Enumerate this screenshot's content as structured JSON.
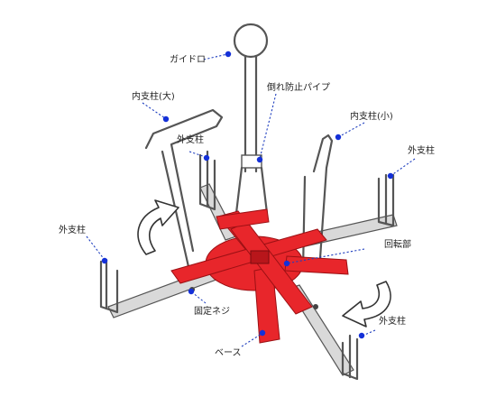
{
  "labels": {
    "guide_ring": "ガイドロ",
    "inner_post_large": "内支柱(大)",
    "anti_fall_pipe": "倒れ防止パイプ",
    "inner_post_small": "内支柱(小)",
    "outer_post_upper_left": "外支柱",
    "outer_post_upper_right": "外支柱",
    "outer_post_left": "外支柱",
    "outer_post_lower_right": "外支柱",
    "rotating_part": "回転部",
    "fixing_screw": "固定ネジ",
    "base": "ベース"
  },
  "colors": {
    "base_red": "#e8262b",
    "leader_blue": "#1f3fbf",
    "dot_blue": "#1430d8",
    "frame_gray": "#555555"
  }
}
